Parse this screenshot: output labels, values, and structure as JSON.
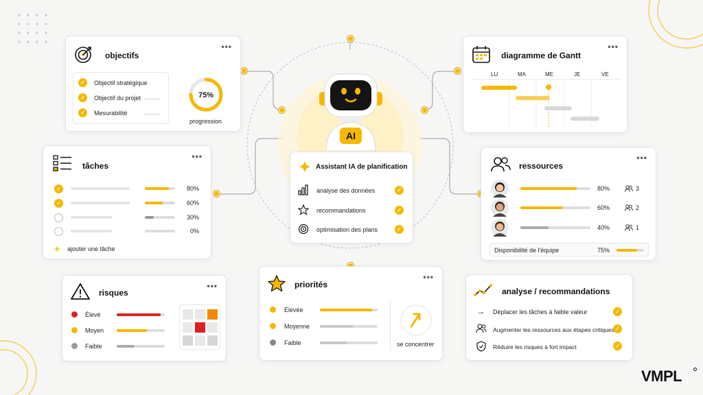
{
  "objectives": {
    "title": "objectifs",
    "items": [
      "Objectif stratégique",
      "Objectif du projet",
      "Mesurabilité"
    ],
    "progress_value": "75%",
    "progress_fraction": 0.75,
    "progress_label": "progression"
  },
  "tasks": {
    "title": "tâches",
    "rows": [
      {
        "done": true,
        "percent": "80%",
        "fraction": 0.8
      },
      {
        "done": true,
        "percent": "60%",
        "fraction": 0.6
      },
      {
        "done": false,
        "percent": "30%",
        "fraction": 0.3
      },
      {
        "done": false,
        "percent": "0%",
        "fraction": 0
      }
    ],
    "add_label": "ajouter une tâche"
  },
  "risks": {
    "title": "risques",
    "levels": [
      {
        "label": "Élevé",
        "color": "#e02020"
      },
      {
        "label": "Moyen",
        "color": "#f5b800"
      },
      {
        "label": "Faible",
        "color": "#999999"
      }
    ]
  },
  "assistant": {
    "badge": "AI",
    "title": "Assistant IA de planification",
    "items": [
      "analyse des données",
      "recommandations",
      "optimisation des plans"
    ]
  },
  "priorities": {
    "title": "priorités",
    "levels": [
      "Élevée",
      "Moyenne",
      "Faible"
    ],
    "focus_label": "se concentrer"
  },
  "gantt": {
    "title": "diagramme de Gantt",
    "days": [
      "LU",
      "MA",
      "ME",
      "JE",
      "VE"
    ]
  },
  "resources": {
    "title": "ressources",
    "rows": [
      {
        "percent": "80%",
        "fraction": 0.8,
        "count": "3"
      },
      {
        "percent": "60%",
        "fraction": 0.6,
        "count": "2"
      },
      {
        "percent": "40%",
        "fraction": 0.4,
        "count": "1"
      }
    ],
    "team_label": "Disponibilité de l'équipe",
    "team_percent": "75%",
    "team_fraction": 0.75
  },
  "analysis": {
    "title": "analyse / recommandations",
    "items": [
      "Déplacer les tâches à faible valeur",
      "Augmenter les ressources aux étapes critiques",
      "Réduire les risques à fort impact"
    ]
  },
  "brand": "VMPL",
  "colors": {
    "accent": "#f5b800",
    "danger": "#e02020",
    "neutral": "#999999"
  }
}
